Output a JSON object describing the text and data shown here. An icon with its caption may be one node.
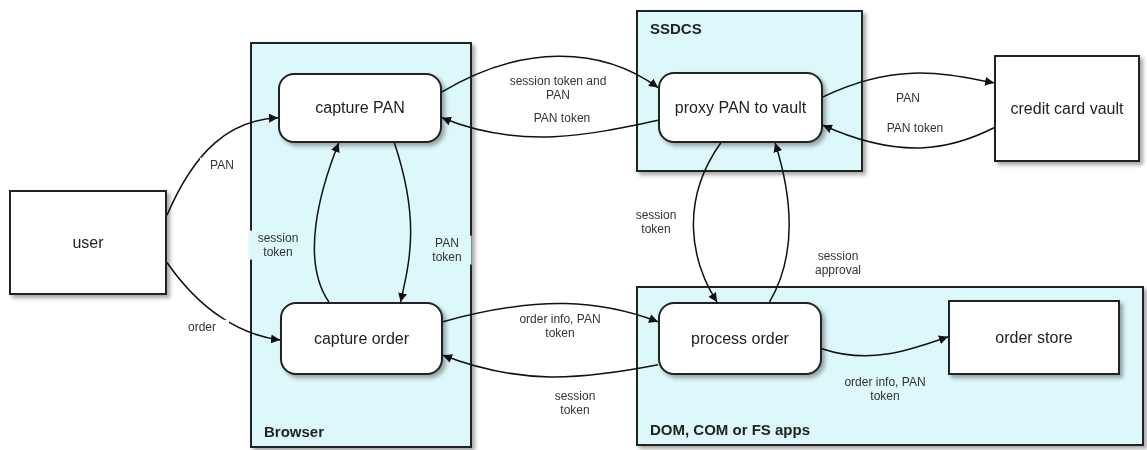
{
  "diagram": {
    "nodes": [
      {
        "text": [
          "user"
        ]
      },
      {
        "text": [
          "Browser"
        ]
      },
      {
        "text": [
          "capture PAN"
        ],
        "in": 1
      },
      {
        "text": [
          "capture order"
        ],
        "in": 1
      },
      {
        "text": [
          "SSDCS"
        ]
      },
      {
        "text": [
          "proxy PAN to vault"
        ],
        "in": 4
      },
      {
        "text": [
          "credit card vault"
        ]
      },
      {
        "text": [
          "DOM, COM or FS apps"
        ]
      },
      {
        "text": [
          "process order"
        ],
        "in": 7
      },
      {
        "text": [
          "order store"
        ],
        "in": 7
      }
    ],
    "edges": [
      {
        "from": 0,
        "to": 2,
        "arrow": "to",
        "label": "PAN"
      },
      {
        "from": 0,
        "to": 3,
        "arrow": "to",
        "label": "order"
      },
      {
        "from": 3,
        "to": 2,
        "arrow": "to",
        "label": "session token"
      },
      {
        "from": 2,
        "to": 3,
        "arrow": "to",
        "label": "PAN token"
      },
      {
        "from": 2,
        "to": 5,
        "arrow": "to",
        "label": "session token and PAN"
      },
      {
        "from": 5,
        "to": 2,
        "arrow": "to",
        "label": "PAN token"
      },
      {
        "from": 5,
        "to": 6,
        "arrow": "to",
        "label": "PAN"
      },
      {
        "from": 6,
        "to": 5,
        "arrow": "to",
        "label": "PAN token"
      },
      {
        "from": 5,
        "to": 8,
        "arrow": "to",
        "label": "session token"
      },
      {
        "from": 8,
        "to": 5,
        "arrow": "to",
        "label": "session approval"
      },
      {
        "from": 3,
        "to": 8,
        "arrow": "to",
        "label": "order info, PAN token"
      },
      {
        "from": 8,
        "to": 3,
        "arrow": "to",
        "label": "session token"
      },
      {
        "from": 8,
        "to": 9,
        "arrow": "to",
        "label": "order info, PAN token"
      }
    ]
  }
}
